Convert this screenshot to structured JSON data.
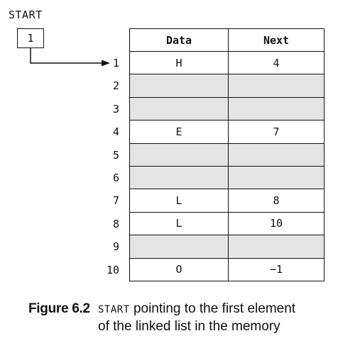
{
  "start": {
    "label": "START",
    "value": "1"
  },
  "table": {
    "headers": [
      "Data",
      "Next"
    ],
    "rows": [
      {
        "index": "1",
        "data": "H",
        "next": "4"
      },
      {
        "index": "2",
        "data": "",
        "next": ""
      },
      {
        "index": "3",
        "data": "",
        "next": ""
      },
      {
        "index": "4",
        "data": "E",
        "next": "7"
      },
      {
        "index": "5",
        "data": "",
        "next": ""
      },
      {
        "index": "6",
        "data": "",
        "next": ""
      },
      {
        "index": "7",
        "data": "L",
        "next": "8"
      },
      {
        "index": "8",
        "data": "L",
        "next": "10"
      },
      {
        "index": "9",
        "data": "",
        "next": ""
      },
      {
        "index": "10",
        "data": "O",
        "next": "−1"
      }
    ]
  },
  "caption": {
    "figure_number": "Figure 6.2",
    "start_word": "START",
    "line1_rest": "pointing to the first element",
    "line2": "of the linked list in the memory"
  },
  "colors": {
    "empty_cell": "#e4e4e4",
    "border": "#111111"
  }
}
